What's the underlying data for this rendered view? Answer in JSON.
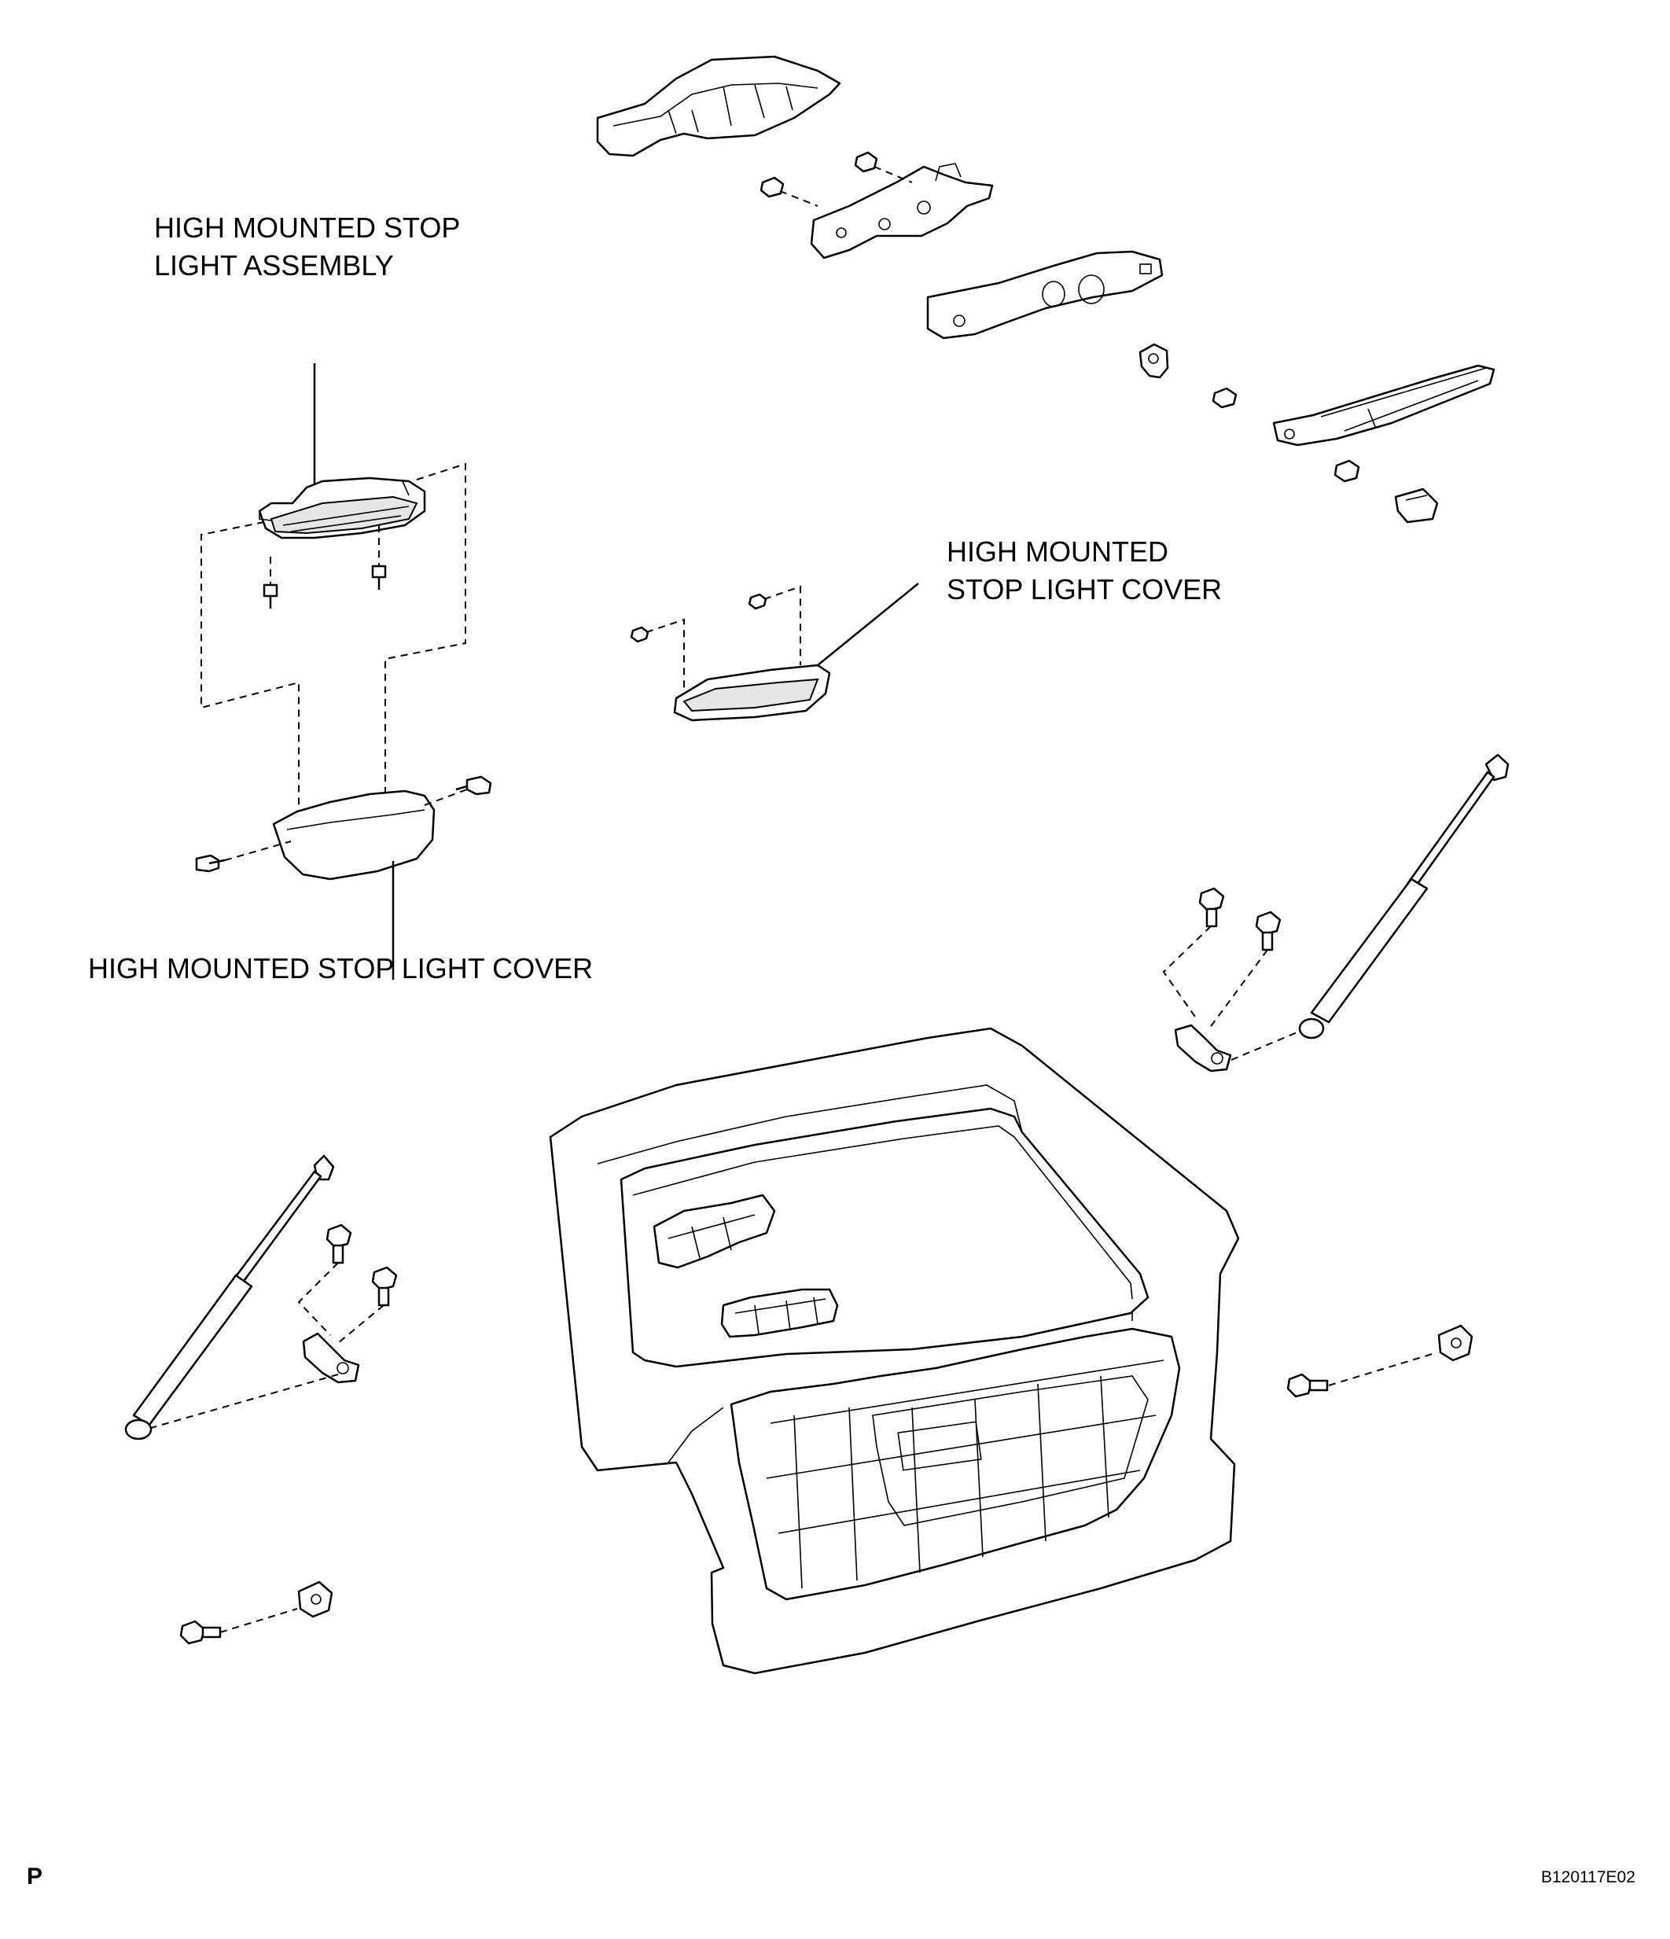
{
  "labels": {
    "stop_light_assembly_line1": "HIGH MOUNTED STOP",
    "stop_light_assembly_line2": "LIGHT ASSEMBLY",
    "stop_light_cover_upper_line1": "HIGH MOUNTED",
    "stop_light_cover_upper_line2": "STOP LIGHT COVER",
    "stop_light_cover_lower": "HIGH MOUNTED STOP LIGHT COVER"
  },
  "footer": {
    "page_mark": "P",
    "figure_code": "B120117E02"
  }
}
